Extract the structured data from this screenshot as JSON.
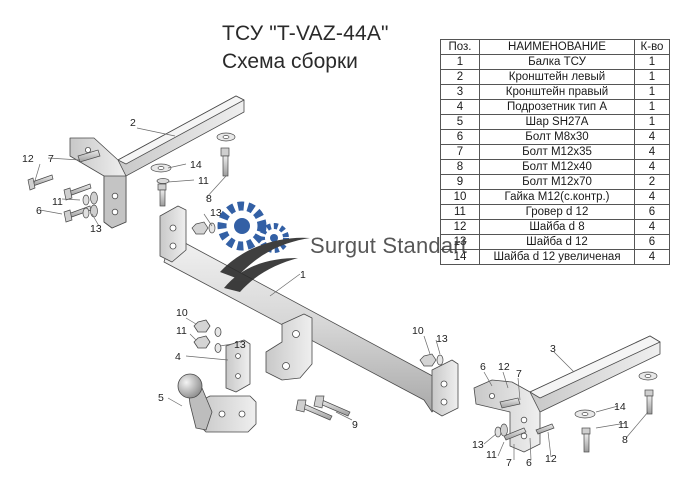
{
  "title": {
    "line1": "ТСУ \"T-VAZ-44A\"",
    "line2": "Схема сборки"
  },
  "parts_table": {
    "headers": [
      "Поз.",
      "НАИМЕНОВАНИЕ",
      "К-во"
    ],
    "rows": [
      [
        "1",
        "Балка ТСУ",
        "1"
      ],
      [
        "2",
        "Кронштейн левый",
        "1"
      ],
      [
        "3",
        "Кронштейн правый",
        "1"
      ],
      [
        "4",
        "Подрозетник тип А",
        "1"
      ],
      [
        "5",
        "Шар SH27A",
        "1"
      ],
      [
        "6",
        "Болт М8х30",
        "4"
      ],
      [
        "7",
        "Болт М12х35",
        "4"
      ],
      [
        "8",
        "Болт М12х40",
        "4"
      ],
      [
        "9",
        "Болт М12х70",
        "2"
      ],
      [
        "10",
        "Гайка М12(с.контр.)",
        "4"
      ],
      [
        "11",
        "Гровер d 12",
        "6"
      ],
      [
        "12",
        "Шайба d 8",
        "4"
      ],
      [
        "13",
        "Шайба d 12",
        "6"
      ],
      [
        "14",
        "Шайба d 12 увеличеная",
        "4"
      ]
    ]
  },
  "watermark": {
    "text": "Surgut Standart",
    "logo_colors": {
      "blue": "#1d4f9c",
      "dark": "#2b2b2b"
    }
  },
  "labels": {
    "l1": "1",
    "l2": "2",
    "l3": "3",
    "l4": "4",
    "l5": "5",
    "l6a": "6",
    "l6b": "6",
    "l6c": "6",
    "l7a": "7",
    "l7b": "7",
    "l7c": "7",
    "l8a": "8",
    "l8b": "8",
    "l9": "9",
    "l10a": "10",
    "l10b": "10",
    "l11a": "11",
    "l11b": "11",
    "l11c": "11",
    "l11d": "11",
    "l12a": "12",
    "l12b": "12",
    "l12c": "12",
    "l13a": "13",
    "l13b": "13",
    "l13c": "13",
    "l13d": "13",
    "l13e": "13",
    "l14a": "14",
    "l14b": "14"
  }
}
